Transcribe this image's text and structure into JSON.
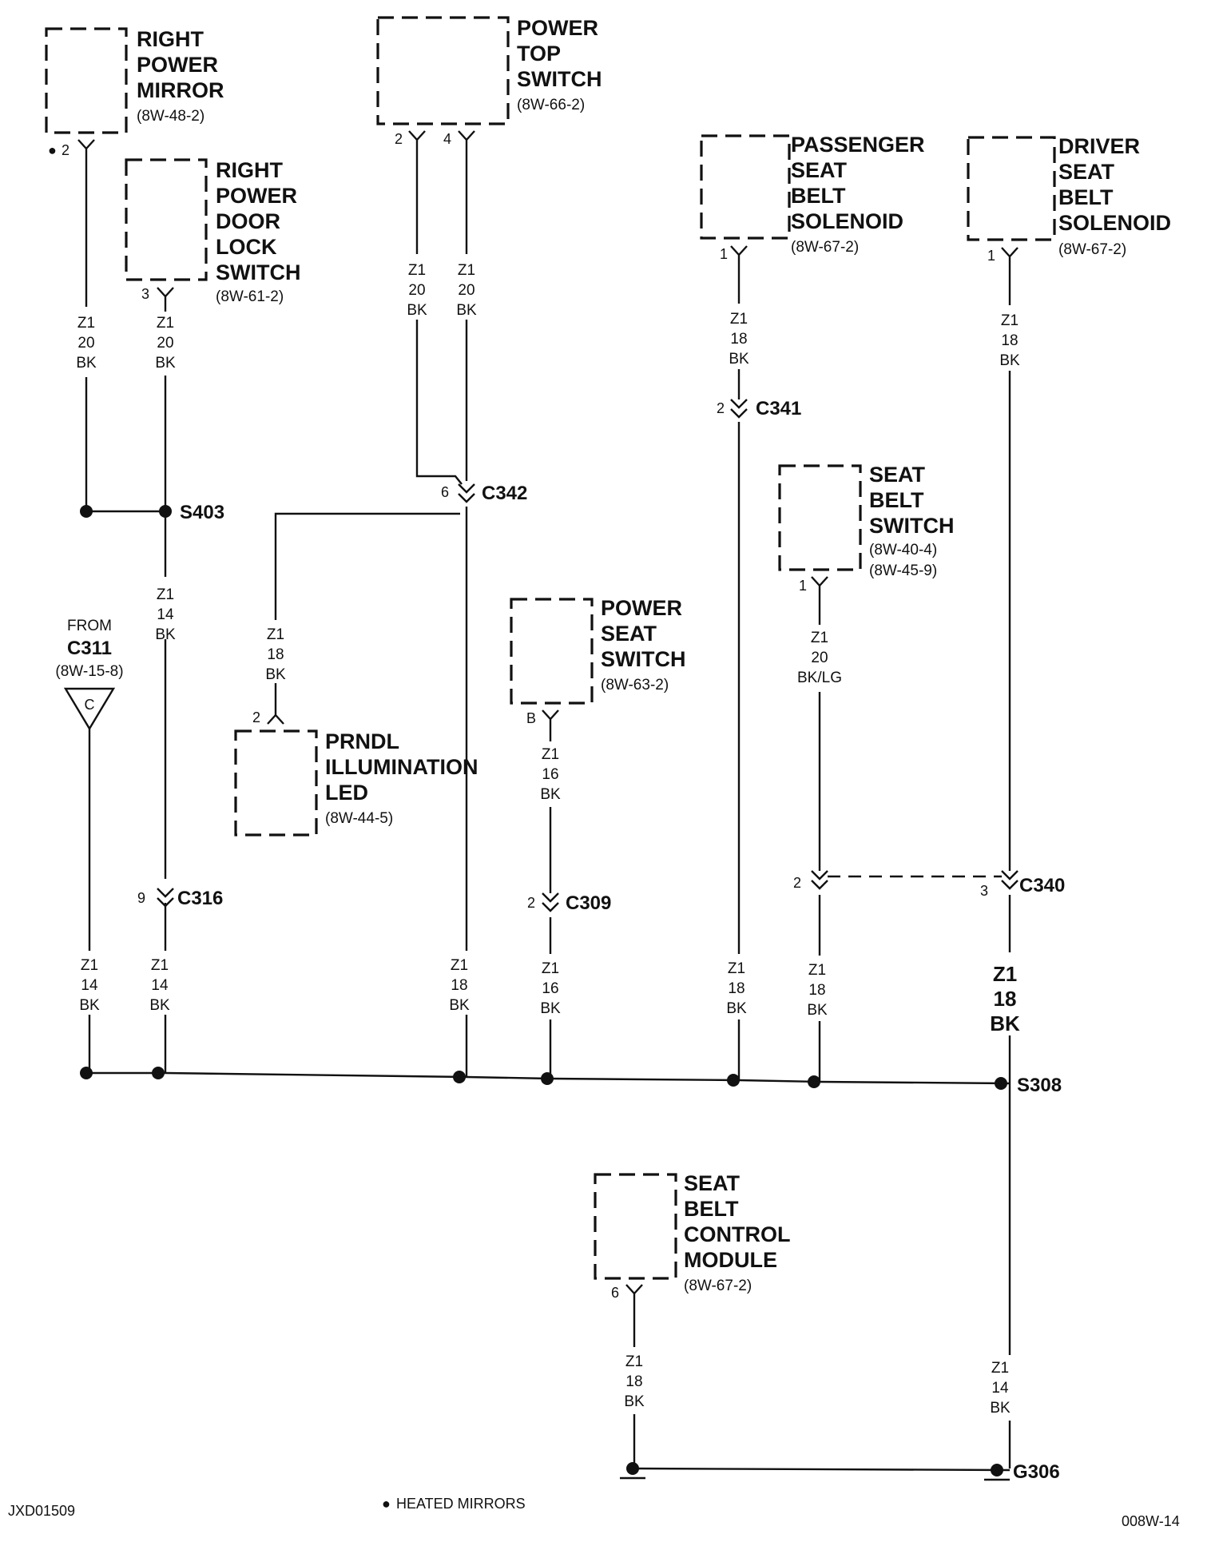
{
  "components": {
    "right_power_mirror": {
      "lines": [
        "RIGHT",
        "POWER",
        "MIRROR"
      ],
      "ref": "(8W-48-2)",
      "pin": "2",
      "pin_marker": "●"
    },
    "right_power_door_lock_switch": {
      "lines": [
        "RIGHT",
        "POWER",
        "DOOR",
        "LOCK",
        "SWITCH"
      ],
      "ref": "(8W-61-2)",
      "pin": "3"
    },
    "power_top_switch": {
      "lines": [
        "POWER",
        "TOP",
        "SWITCH"
      ],
      "ref": "(8W-66-2)",
      "pins": [
        "2",
        "4"
      ]
    },
    "passenger_seat_belt_solenoid": {
      "lines": [
        "PASSENGER",
        "SEAT",
        "BELT",
        "SOLENOID"
      ],
      "ref": "(8W-67-2)",
      "pin": "1"
    },
    "driver_seat_belt_solenoid": {
      "lines": [
        "DRIVER",
        "SEAT",
        "BELT",
        "SOLENOID"
      ],
      "ref": "(8W-67-2)",
      "pin": "1"
    },
    "seat_belt_switch": {
      "lines": [
        "SEAT",
        "BELT",
        "SWITCH"
      ],
      "refs": [
        "(8W-40-4)",
        "(8W-45-9)"
      ],
      "pin": "1"
    },
    "power_seat_switch": {
      "lines": [
        "POWER",
        "SEAT",
        "SWITCH"
      ],
      "ref": "(8W-63-2)",
      "pin": "B"
    },
    "prndl_illumination_led": {
      "lines": [
        "PRNDL",
        "ILLUMINATION",
        "LED"
      ],
      "ref": "(8W-44-5)",
      "pin": "2"
    },
    "seat_belt_control_module": {
      "lines": [
        "SEAT",
        "BELT",
        "CONTROL",
        "MODULE"
      ],
      "ref": "(8W-67-2)",
      "pin": "6"
    }
  },
  "wires": {
    "mirror": [
      "Z1",
      "20",
      "BK"
    ],
    "door_lock": [
      "Z1",
      "20",
      "BK"
    ],
    "top_2": [
      "Z1",
      "20",
      "BK"
    ],
    "top_4": [
      "Z1",
      "20",
      "BK"
    ],
    "passenger_upper": [
      "Z1",
      "18",
      "BK"
    ],
    "driver_upper": [
      "Z1",
      "18",
      "BK"
    ],
    "s403_down": [
      "Z1",
      "14",
      "BK"
    ],
    "prndl": [
      "Z1",
      "18",
      "BK"
    ],
    "power_seat": [
      "Z1",
      "16",
      "BK"
    ],
    "seat_belt_switch": [
      "Z1",
      "20",
      "BK/LG"
    ],
    "c311_lower": [
      "Z1",
      "14",
      "BK"
    ],
    "c316_lower": [
      "Z1",
      "14",
      "BK"
    ],
    "c342_lower": [
      "Z1",
      "18",
      "BK"
    ],
    "c309_lower": [
      "Z1",
      "16",
      "BK"
    ],
    "c341_lower": [
      "Z1",
      "18",
      "BK"
    ],
    "c340_left_lower": [
      "Z1",
      "18",
      "BK"
    ],
    "c340_right_lower": [
      "Z1",
      "18",
      "BK"
    ],
    "module": [
      "Z1",
      "18",
      "BK"
    ],
    "ground": [
      "Z1",
      "14",
      "BK"
    ]
  },
  "connectors": {
    "c341": {
      "name": "C341",
      "pin": "2"
    },
    "c342": {
      "name": "C342",
      "pin": "6"
    },
    "c316": {
      "name": "C316",
      "pin": "9"
    },
    "c309": {
      "name": "C309",
      "pin": "2"
    },
    "c340": {
      "name": "C340",
      "pins": [
        "2",
        "3"
      ]
    }
  },
  "splices": {
    "s403": "S403",
    "s308": "S308"
  },
  "from": {
    "label": "FROM",
    "connector": "C311",
    "ref": "(8W-15-8)",
    "pin": "C"
  },
  "ground": "G306",
  "footer": {
    "left_code": "JXD01509",
    "legend_marker": "●",
    "legend": "HEATED MIRRORS",
    "right_code": "008W-14"
  }
}
